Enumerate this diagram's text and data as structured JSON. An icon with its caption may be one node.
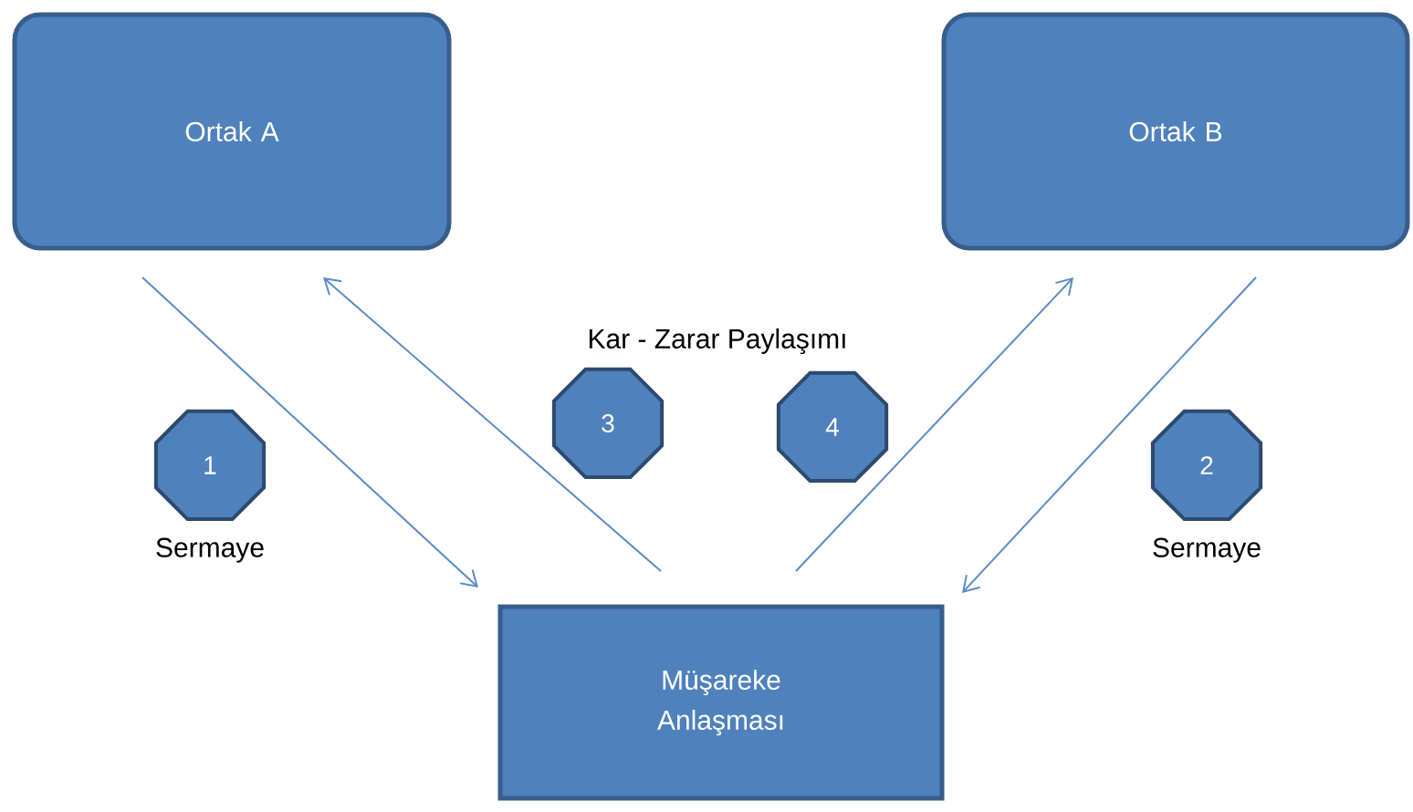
{
  "diagram": {
    "nodes": [
      {
        "text": [
          "Ortak A"
        ]
      },
      {
        "text": [
          "Ortak B"
        ]
      },
      {
        "text": [
          "1"
        ],
        "beside": [
          "Sermaye"
        ]
      },
      {
        "text": [
          "3"
        ]
      },
      {
        "text": [
          "4"
        ]
      },
      {
        "text": [
          "2"
        ],
        "beside": [
          "Sermaye"
        ]
      },
      {
        "text": [
          "Müşareke Anlaşması"
        ]
      }
    ],
    "edges": [
      {
        "from": 0,
        "to": 6,
        "arrow": "to"
      },
      {
        "from": 6,
        "to": 0,
        "arrow": "to"
      },
      {
        "from": 6,
        "to": 1,
        "arrow": "to"
      },
      {
        "from": 1,
        "to": 6,
        "arrow": "to"
      }
    ],
    "labels": [
      "Kar - Zarar Paylaşımı"
    ]
  }
}
